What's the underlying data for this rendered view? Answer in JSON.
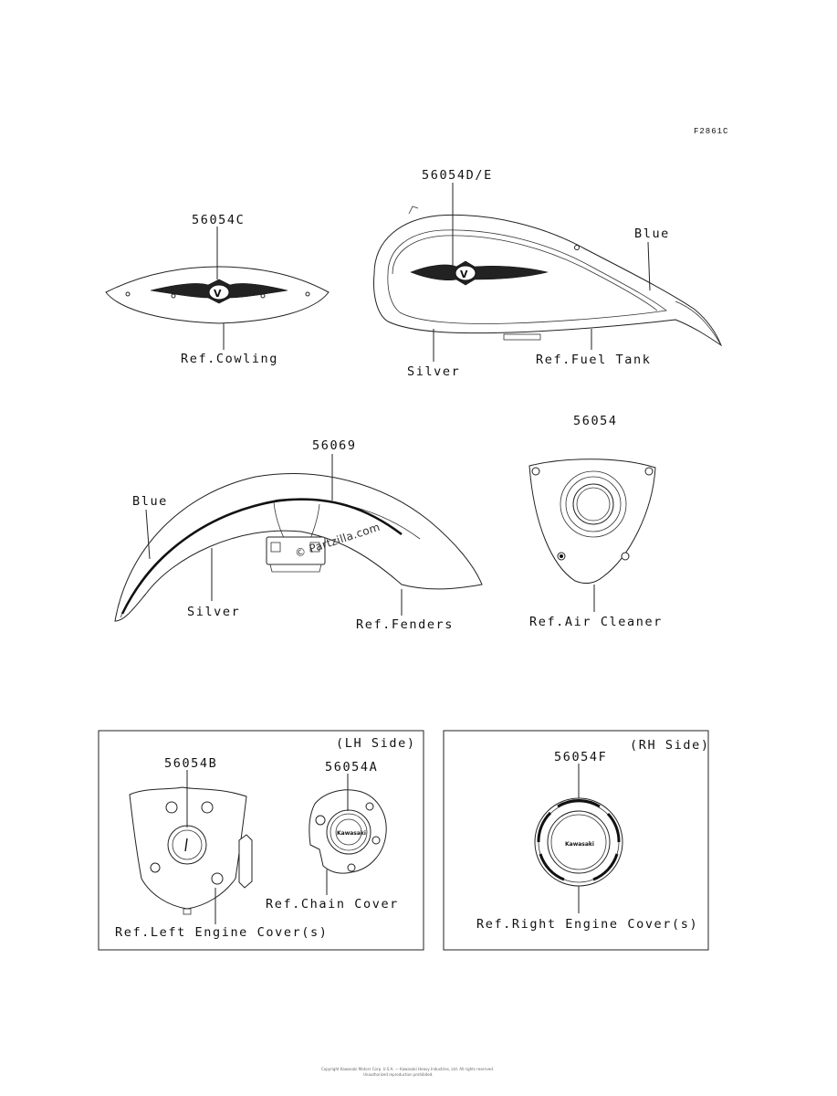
{
  "figure_code": "F2861C",
  "watermark": "© Partzilla.com",
  "footer": {
    "line1": "Copyright Kawasaki Motors Corp. U.S.A. — Kawasaki Heavy Industries, Ltd. All rights reserved.",
    "line2": "Unauthorized reproduction prohibited."
  },
  "callouts": {
    "cowling_part": "56054C",
    "cowling_ref": "Ref.Cowling",
    "tank_part": "56054D/E",
    "tank_blue": "Blue",
    "tank_silver": "Silver",
    "tank_ref": "Ref.Fuel Tank",
    "aircleaner_part": "56054",
    "aircleaner_ref": "Ref.Air Cleaner",
    "fender_part": "56069",
    "fender_blue": "Blue",
    "fender_silver": "Silver",
    "fender_ref": "Ref.Fenders"
  },
  "panels": {
    "lh": {
      "title": "(LH Side)",
      "left_cover_part": "56054B",
      "chain_cover_part": "56054A",
      "chain_cover_ref": "Ref.Chain Cover",
      "left_cover_ref": "Ref.Left Engine Cover(s)",
      "badge_text": "Kawasaki"
    },
    "rh": {
      "title": "(RH Side)",
      "right_cover_part": "56054F",
      "right_cover_ref": "Ref.Right Engine Cover(s)",
      "badge_text": "Kawasaki"
    }
  }
}
